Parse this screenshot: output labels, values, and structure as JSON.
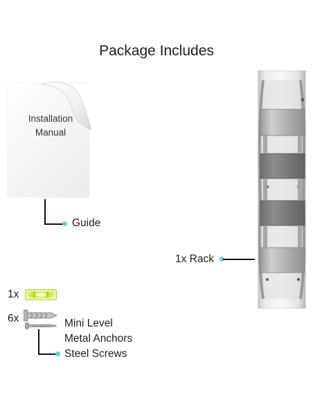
{
  "title": "Package Includes",
  "manual": {
    "text_line1": "Installation",
    "text_line2": "Manual"
  },
  "guide_label": "Guide",
  "rack": {
    "qty": "1x",
    "name": "Rack",
    "label": "1x Rack"
  },
  "hardware": {
    "level_qty": "1x",
    "anchors_qty": "6x",
    "items": [
      "Mini Level",
      "Metal Anchors",
      "Steel Screws"
    ]
  },
  "colors": {
    "callout_dot": "#5fd0e0",
    "level_green": "#c9ee4a",
    "steel": "#a9a9a9"
  },
  "icons": [
    "page-curl-icon",
    "mini-level-icon",
    "metal-anchor-icon",
    "steel-screw-icon",
    "wine-rack-image"
  ]
}
